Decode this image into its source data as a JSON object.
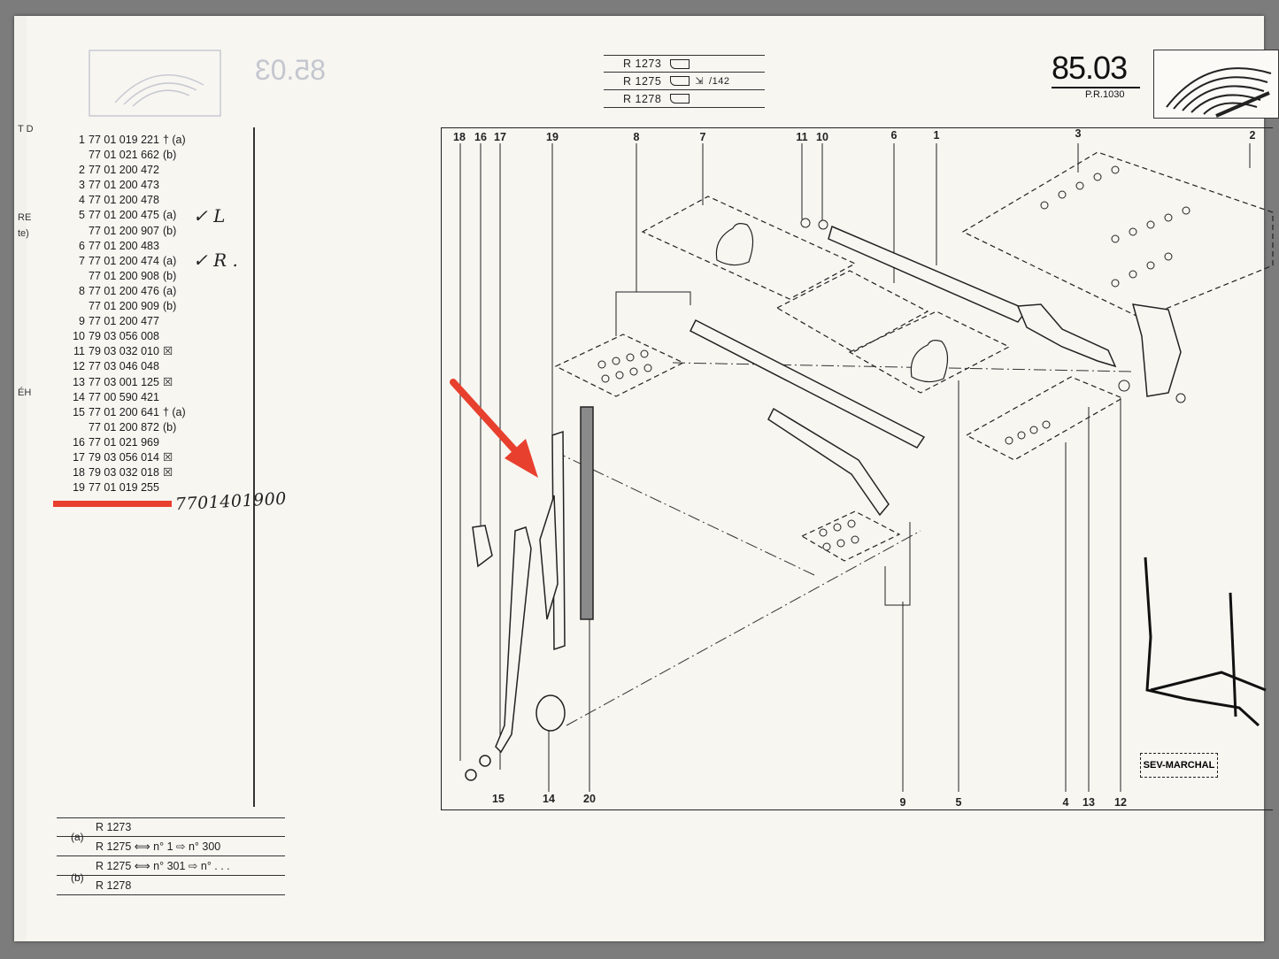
{
  "header": {
    "models": [
      {
        "code": "R 1273",
        "extra": ""
      },
      {
        "code": "R 1275",
        "extra": "/142"
      },
      {
        "code": "R 1278",
        "extra": ""
      }
    ],
    "page_number": "85.03",
    "page_ref": "P.R.1030"
  },
  "parts_list": [
    {
      "num": "1",
      "ref": "77 01 019 221",
      "suffix": "† (a)"
    },
    {
      "num": "",
      "ref": "77 01 021 662",
      "suffix": "(b)"
    },
    {
      "num": "2",
      "ref": "77 01 200 472",
      "suffix": ""
    },
    {
      "num": "3",
      "ref": "77 01 200 473",
      "suffix": ""
    },
    {
      "num": "4",
      "ref": "77 01 200 478",
      "suffix": ""
    },
    {
      "num": "5",
      "ref": "77 01 200 475",
      "suffix": "(a)"
    },
    {
      "num": "",
      "ref": "77 01 200 907",
      "suffix": "(b)"
    },
    {
      "num": "6",
      "ref": "77 01 200 483",
      "suffix": ""
    },
    {
      "num": "7",
      "ref": "77 01 200 474",
      "suffix": "(a)"
    },
    {
      "num": "",
      "ref": "77 01 200 908",
      "suffix": "(b)"
    },
    {
      "num": "8",
      "ref": "77 01 200 476",
      "suffix": "(a)"
    },
    {
      "num": "",
      "ref": "77 01 200 909",
      "suffix": "(b)"
    },
    {
      "num": "9",
      "ref": "77 01 200 477",
      "suffix": ""
    },
    {
      "num": "10",
      "ref": "79 03 056 008",
      "suffix": ""
    },
    {
      "num": "11",
      "ref": "79 03 032 010",
      "suffix": "☒"
    },
    {
      "num": "12",
      "ref": "77 03 046 048",
      "suffix": ""
    },
    {
      "num": "13",
      "ref": "77 03 001 125",
      "suffix": "☒"
    },
    {
      "num": "14",
      "ref": "77 00 590 421",
      "suffix": ""
    },
    {
      "num": "15",
      "ref": "77 01 200 641",
      "suffix": "† (a)"
    },
    {
      "num": "",
      "ref": "77 01 200 872",
      "suffix": "(b)"
    },
    {
      "num": "16",
      "ref": "77 01 021 969",
      "suffix": ""
    },
    {
      "num": "17",
      "ref": "79 03 056 014",
      "suffix": "☒"
    },
    {
      "num": "18",
      "ref": "79 03 032 018",
      "suffix": "☒"
    },
    {
      "num": "19",
      "ref": "77 01 019 255",
      "suffix": ""
    }
  ],
  "handwritten": {
    "mark_l": "✓ L",
    "mark_r": "✓ R .",
    "new_ref": "7701401900"
  },
  "legend": {
    "group_a_label": "(a)",
    "group_b_label": "(b)",
    "rows": [
      "R 1273",
      "R 1275 ⟺ n° 1 ⇨ n° 300",
      "R 1275 ⟺ n° 301 ⇨ n° . . .",
      "R 1278"
    ]
  },
  "diagram": {
    "callouts_top": [
      "18",
      "16",
      "17",
      "19",
      "8",
      "7",
      "11",
      "10",
      "6",
      "1",
      "3",
      "2"
    ],
    "callouts_bottom": [
      "15",
      "14",
      "20",
      "9",
      "5",
      "4",
      "13",
      "12"
    ],
    "brand_label": "SEV-MARCHAL"
  },
  "edge_fragments": [
    "T D",
    "RE",
    "te)",
    "ÉH"
  ],
  "colors": {
    "highlight": "#e8402e",
    "ink": "#222222",
    "paper": "#f7f6f1"
  }
}
